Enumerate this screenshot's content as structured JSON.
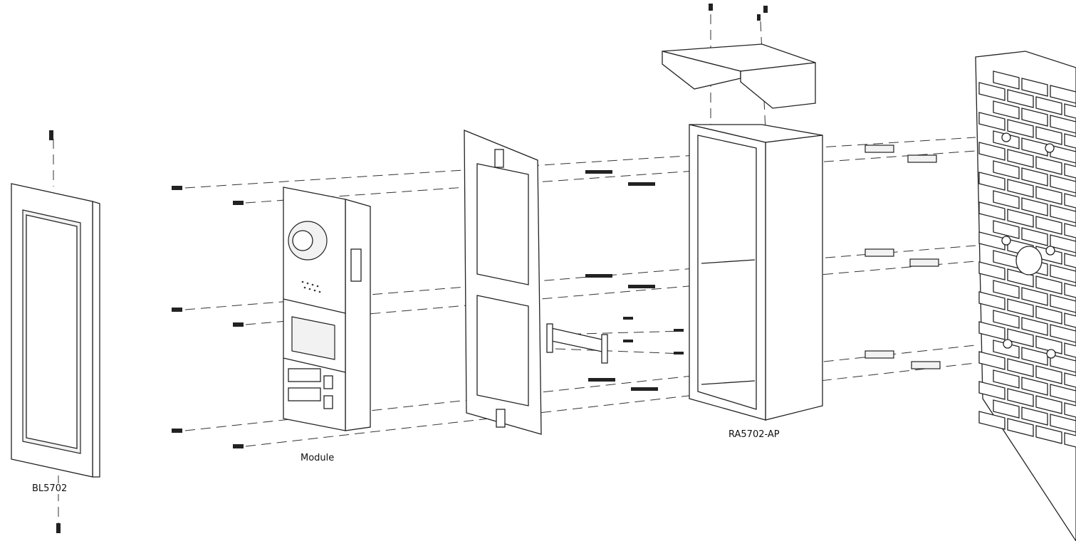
{
  "labels": {
    "frame": "BL5702",
    "module": "Module",
    "box": "RA5702-AP"
  }
}
